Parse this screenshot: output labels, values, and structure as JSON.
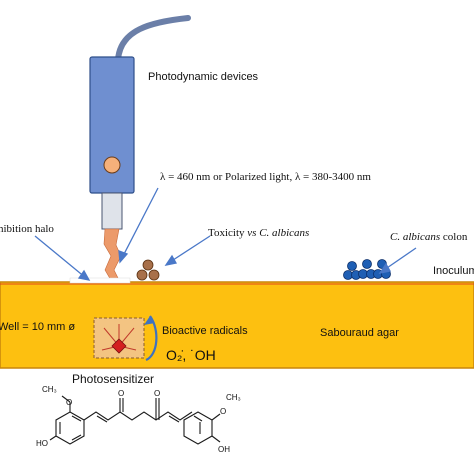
{
  "labels": {
    "devices": "Photodynamic devices",
    "wavelength": "λ = 460 nm or Polarized light, λ =  380-3400 nm",
    "halo": "hibition halo",
    "toxicity_prefix": "Toxicity ",
    "toxicity_vs": "vs",
    "toxicity_species": " C. albicans",
    "colony_species": "C. albicans",
    "colony_suffix": " colon",
    "inoculum": "Inoculum",
    "well": "Well = 10 mm ø",
    "radicals": "Bioactive radicals",
    "species": "O₂̇, ˙OH",
    "agar": "Sabouraud agar",
    "photosensitizer": "Photosensitizer"
  },
  "molecule": {
    "ch3_left": "CH₃",
    "o_left": "O",
    "ho_left": "HO",
    "o_ketone_1": "O",
    "o_ketone_2": "O",
    "ch3_right": "CH₃",
    "o_right": "O",
    "oh_right": "OH"
  },
  "colors": {
    "agar_fill": "#fdc010",
    "agar_stroke": "#c8860a",
    "device_fill": "#6f8fd0",
    "device_stroke": "#2f4f8a",
    "tip_fill": "#dfe3ea",
    "beam": "#ec9a6a",
    "well_fill": "#f3c482",
    "colony_brown": "#a8704a",
    "colony_blue": "#1f5fb4",
    "arrow": "#4a78c8"
  }
}
